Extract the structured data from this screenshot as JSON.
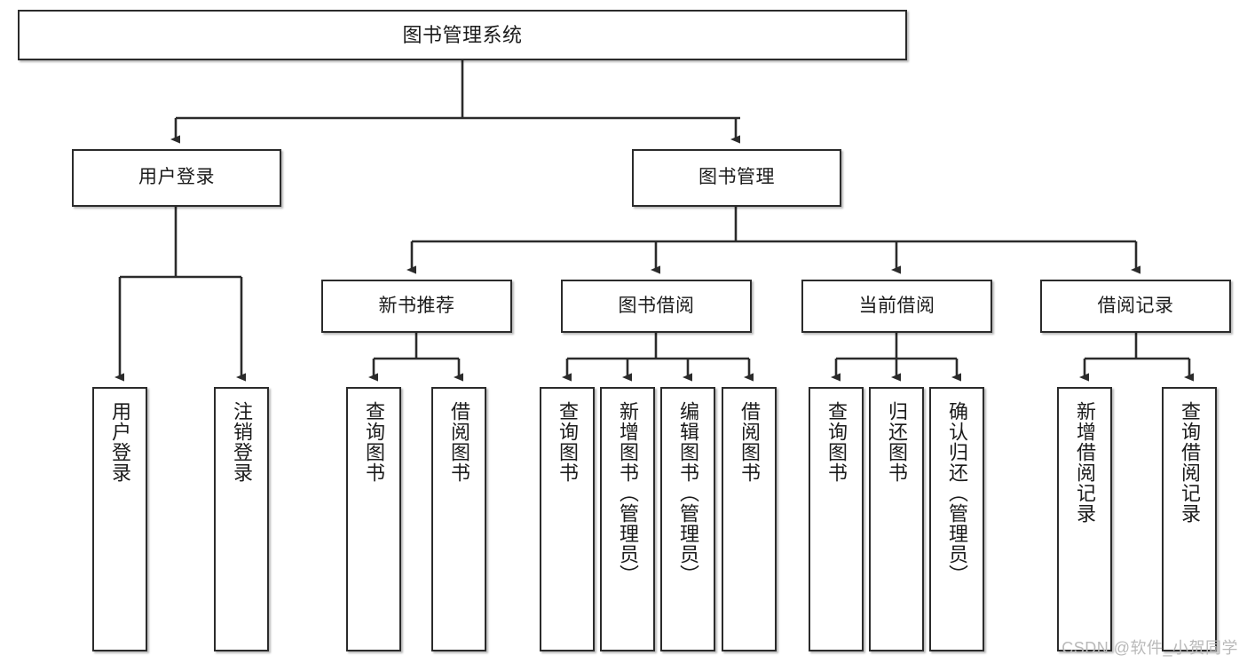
{
  "diagram": {
    "title": "图书管理系统",
    "type": "tree",
    "colors": {
      "box_border": "#2b2b2b",
      "box_fill": "#ffffff",
      "connector": "#2b2b2b",
      "background": "#ffffff",
      "watermark": "#b9b9b9"
    },
    "nodes": {
      "root": {
        "label": "图书管理系统",
        "orientation": "horizontal"
      },
      "l2": [
        {
          "id": "user-login",
          "label": "用户登录",
          "orientation": "horizontal"
        },
        {
          "id": "book-manage",
          "label": "图书管理",
          "orientation": "horizontal"
        }
      ],
      "l3": [
        {
          "id": "new-book-rec",
          "label": "新书推荐",
          "orientation": "horizontal"
        },
        {
          "id": "book-borrow",
          "label": "图书借阅",
          "orientation": "horizontal"
        },
        {
          "id": "current-borrow",
          "label": "当前借阅",
          "orientation": "horizontal"
        },
        {
          "id": "borrow-record",
          "label": "借阅记录",
          "orientation": "horizontal"
        }
      ],
      "leaves": [
        {
          "id": "leaf-user-login",
          "label": "用户登录",
          "parent": "user-login",
          "orientation": "vertical"
        },
        {
          "id": "leaf-user-logout",
          "label": "注销登录",
          "parent": "user-login",
          "orientation": "vertical"
        },
        {
          "id": "leaf-query-book-1",
          "label": "查询图书",
          "parent": "new-book-rec",
          "orientation": "vertical"
        },
        {
          "id": "leaf-borrow-book-1",
          "label": "借阅图书",
          "parent": "new-book-rec",
          "orientation": "vertical"
        },
        {
          "id": "leaf-query-book-2",
          "label": "查询图书",
          "parent": "book-borrow",
          "orientation": "vertical"
        },
        {
          "id": "leaf-add-book",
          "label": "新增图书（管理员）",
          "parent": "book-borrow",
          "orientation": "vertical"
        },
        {
          "id": "leaf-edit-book",
          "label": "编辑图书（管理员）",
          "parent": "book-borrow",
          "orientation": "vertical"
        },
        {
          "id": "leaf-borrow-book-2",
          "label": "借阅图书",
          "parent": "book-borrow",
          "orientation": "vertical"
        },
        {
          "id": "leaf-query-book-3",
          "label": "查询图书",
          "parent": "current-borrow",
          "orientation": "vertical"
        },
        {
          "id": "leaf-return-book",
          "label": "归还图书",
          "parent": "current-borrow",
          "orientation": "vertical"
        },
        {
          "id": "leaf-confirm-return",
          "label": "确认归还（管理员）",
          "parent": "current-borrow",
          "orientation": "vertical"
        },
        {
          "id": "leaf-add-record",
          "label": "新增借阅记录",
          "parent": "borrow-record",
          "orientation": "vertical"
        },
        {
          "id": "leaf-query-record",
          "label": "查询借阅记录",
          "parent": "borrow-record",
          "orientation": "vertical"
        }
      ]
    },
    "watermark": "CSDN @软件_小贺同学"
  }
}
